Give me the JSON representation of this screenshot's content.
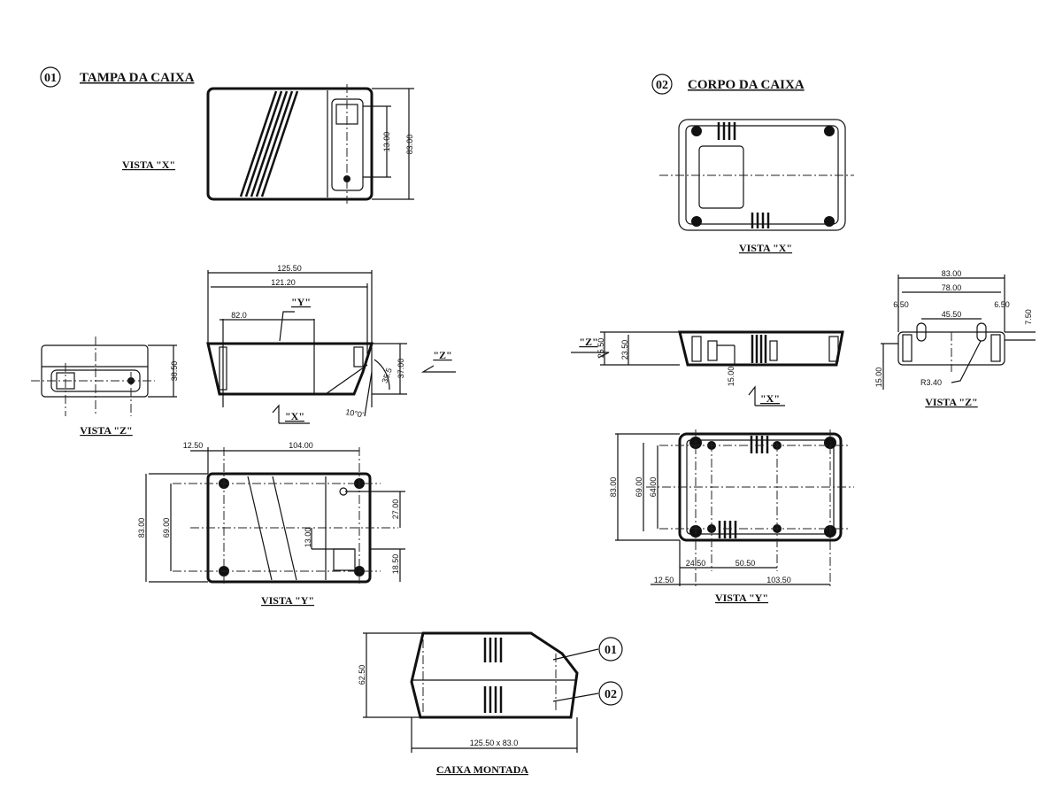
{
  "part1": {
    "number": "01",
    "title": "TAMPA DA CAIXA",
    "view_x": {
      "label": "VISTA \"X\"",
      "dims": [
        "13.00",
        "83.00"
      ]
    },
    "side": {
      "dims": [
        "125.50",
        "121.20",
        "82.0",
        "37.00",
        "35.5",
        "10°0'"
      ],
      "marker_y": "\"Y\"",
      "marker_x": "\"X\"",
      "marker_z": "\"Z\""
    },
    "view_z": {
      "label": "VISTA \"Z\"",
      "dims": [
        "38.50"
      ]
    },
    "view_y": {
      "label": "VISTA \"Y\"",
      "dims": [
        "12.50",
        "104.00",
        "83.00",
        "69.00",
        "27.00",
        "13.00",
        "18.50"
      ]
    }
  },
  "part2": {
    "number": "02",
    "title": "CORPO DA CAIXA",
    "view_x": {
      "label": "VISTA \"X\""
    },
    "side": {
      "dims": [
        "25.50",
        "23.50",
        "15.00"
      ],
      "marker_z": "\"Z\"",
      "marker_x": "\"X\""
    },
    "view_z": {
      "label": "VISTA \"Z\"",
      "dims": [
        "83.00",
        "78.00",
        "6.50",
        "6.50",
        "45.50",
        "7.50",
        "15.00",
        "R3.40"
      ]
    },
    "view_y": {
      "label": "VISTA \"Y\"",
      "dims": [
        "83.00",
        "69.00",
        "64.00",
        "24.50",
        "50.50",
        "12.50",
        "103.50"
      ]
    }
  },
  "assembly": {
    "label": "CAIXA MONTADA",
    "dims": [
      "62.50",
      "125.50 x 83.0"
    ],
    "callouts": [
      "01",
      "02"
    ]
  }
}
